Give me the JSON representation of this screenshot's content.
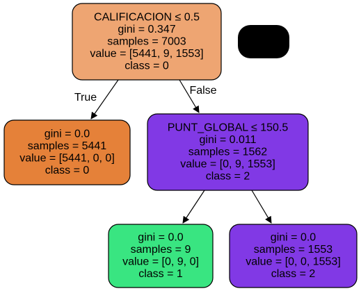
{
  "tree": {
    "nodes": [
      {
        "id": "root",
        "fill": "#eea572",
        "lines": [
          "CALIFICACION ≤ 0.5",
          "gini = 0.347",
          "samples = 7003",
          "value = [5441, 9, 1553]",
          "class = 0"
        ]
      },
      {
        "id": "left",
        "fill": "#e58139",
        "lines": [
          "gini = 0.0",
          "samples = 5441",
          "value = [5441, 0, 0]",
          "class = 0"
        ]
      },
      {
        "id": "right",
        "fill": "#8139e5",
        "lines": [
          "PUNT_GLOBAL ≤ 150.5",
          "gini = 0.011",
          "samples = 1562",
          "value = [0, 9, 1553]",
          "class = 2"
        ]
      },
      {
        "id": "right-left",
        "fill": "#39e581",
        "lines": [
          "gini = 0.0",
          "samples = 9",
          "value = [0, 9, 0]",
          "class = 1"
        ]
      },
      {
        "id": "right-right",
        "fill": "#8139e5",
        "lines": [
          "gini = 0.0",
          "samples = 1553",
          "value = [0, 0, 1553]",
          "class = 2"
        ]
      }
    ],
    "edges": [
      {
        "id": "root-left",
        "from": "root",
        "to": "left",
        "label": "True"
      },
      {
        "id": "root-right",
        "from": "root",
        "to": "right",
        "label": "False"
      },
      {
        "id": "right-rightleft",
        "from": "right",
        "to": "right-left",
        "label": ""
      },
      {
        "id": "right-rightright",
        "from": "right",
        "to": "right-right",
        "label": ""
      }
    ],
    "redaction_fill": "#000000"
  }
}
